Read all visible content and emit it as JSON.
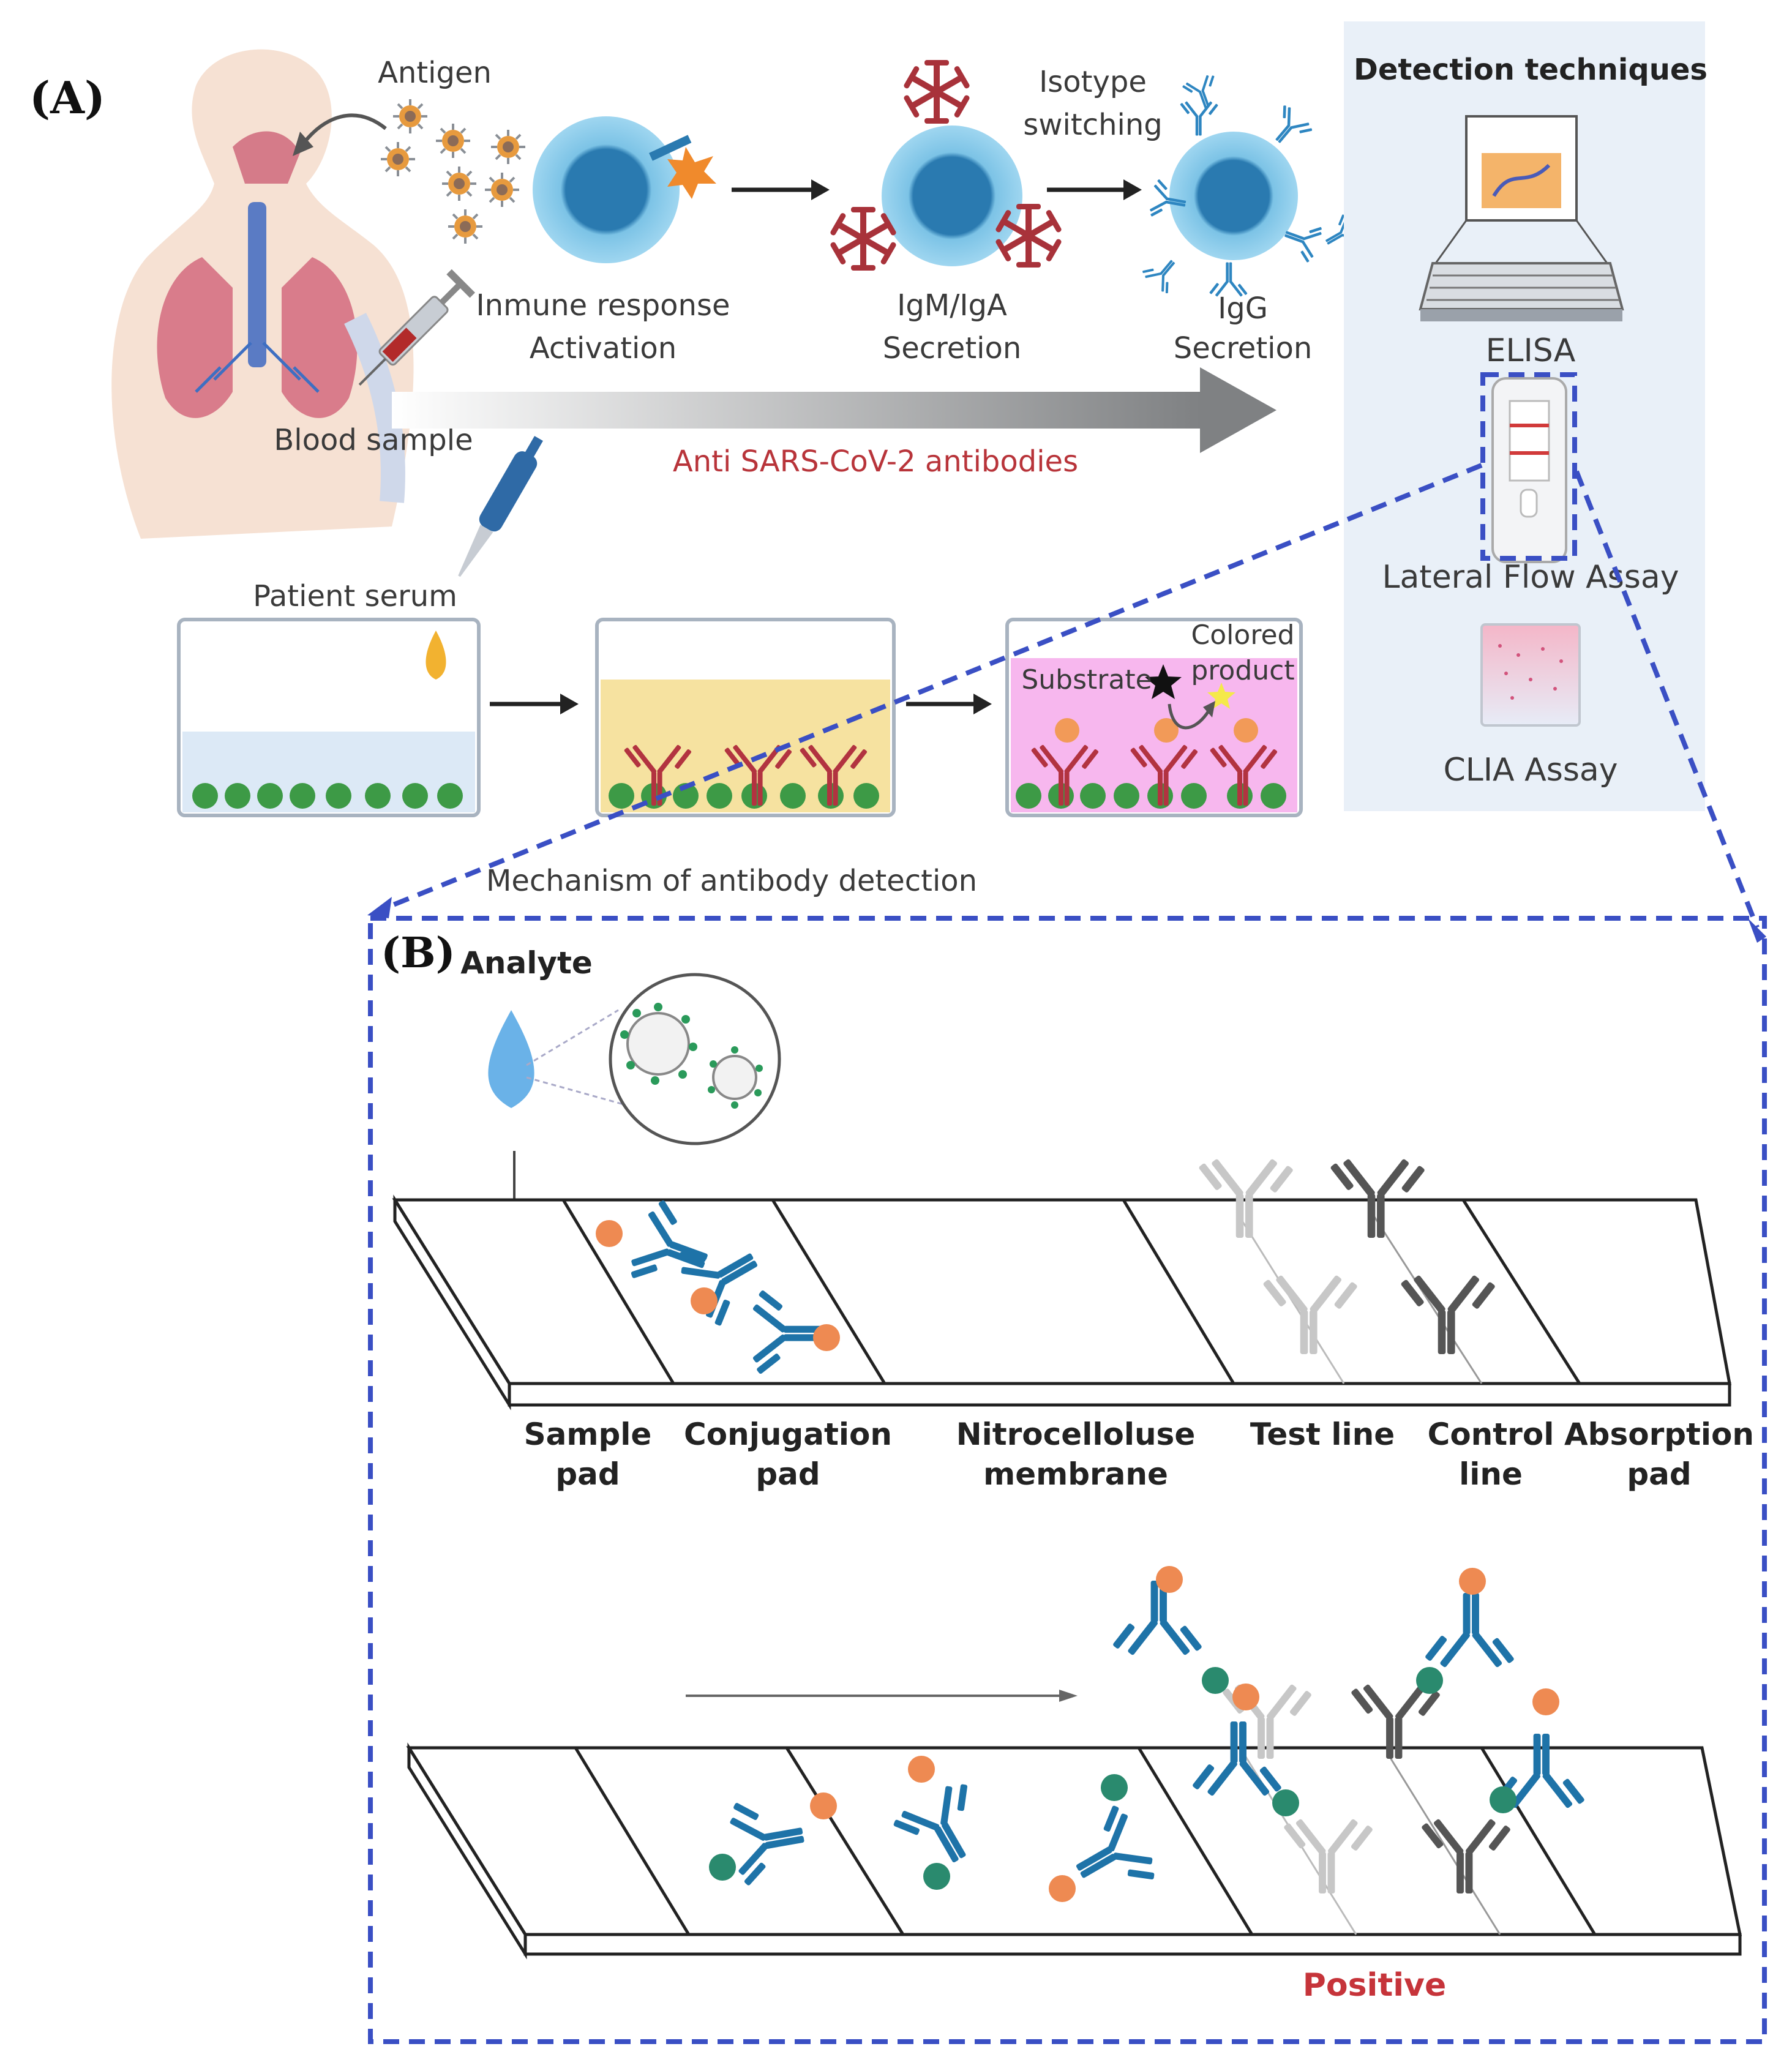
{
  "panel_a": {
    "label": "(A)",
    "antigen": "Antigen",
    "immune_line1": "Inmune response",
    "immune_line2": "Activation",
    "igm_line1": "IgM/IgA",
    "igm_line2": "Secretion",
    "isotype_line1": "Isotype",
    "isotype_line2": "switching",
    "igg_line1": "IgG",
    "igg_line2": "Secretion",
    "blood_sample": "Blood sample",
    "antibodies": "Anti SARS-CoV-2 antibodies",
    "patient_serum": "Patient serum",
    "colored": "Colored",
    "product": "product",
    "substrate": "Substrate",
    "mechanism": "Mechanism of antibody detection"
  },
  "detection": {
    "title": "Detection techniques",
    "elisa": "ELISA",
    "lfa": "Lateral Flow Assay",
    "clia": "CLIA Assay"
  },
  "panel_b": {
    "label": "(B)",
    "analyte": "Analyte",
    "positive": "Positive",
    "parts": [
      {
        "line1": "Sample",
        "line2": "pad"
      },
      {
        "line1": "Conjugation",
        "line2": "pad"
      },
      {
        "line1": "Nitrocelloluse",
        "line2": "membrane"
      },
      {
        "line1": "Test line",
        "line2": ""
      },
      {
        "line1": "Control",
        "line2": "line"
      },
      {
        "line1": "Absorption",
        "line2": "pad"
      }
    ]
  },
  "colors": {
    "antibody_blue": "#1e73a8",
    "igm_red": "#a8323a",
    "title_red": "#b8343a",
    "dashed_blue": "#3a4fc4",
    "bead_green": "#3d9a46",
    "gold_orange": "#ee8a52",
    "green_particle": "#2a8a6e",
    "detection_bg": "#e9f0f8"
  }
}
